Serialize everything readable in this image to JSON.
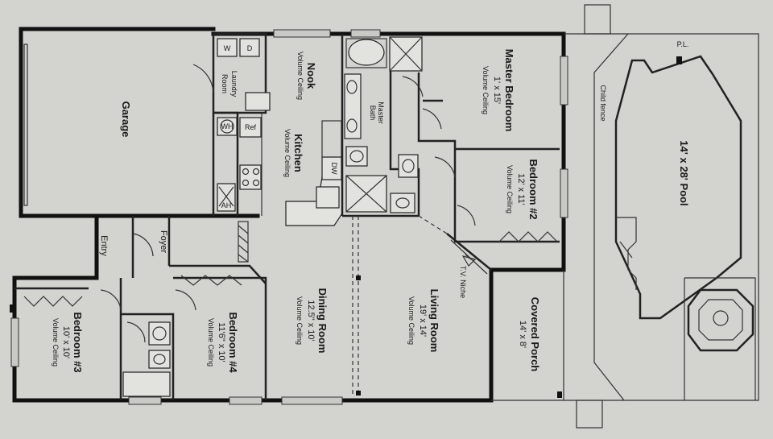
{
  "labels": {
    "garage": "Garage",
    "laundry": [
      "Laundry",
      "Room"
    ],
    "nook": "Nook",
    "nook_ceiling": "Volume Ceiling",
    "kitchen": "Kitchen",
    "kitchen_ceiling": "Volume Ceiling",
    "master_bath": [
      "Master",
      "Bath"
    ],
    "master_bedroom": "Master Bedroom",
    "master_bedroom_size": "1' x 15'",
    "master_bedroom_ceiling": "Volume Ceiling",
    "bedroom2": "Bedroom #2",
    "bedroom2_size": "12' x 11'",
    "bedroom2_ceiling": "Volume Ceiling",
    "entry": "Entry",
    "foyer": "Foyer",
    "bedroom3": "Bedroom #3",
    "bedroom3_size": "10' x 10'",
    "bedroom3_ceiling": "Volume Ceiling",
    "bedroom4": "Bedroom #4",
    "bedroom4_size": "11'6\" x 10'",
    "bedroom4_ceiling": "Volume Ceiling",
    "dining": "Dining Room",
    "dining_size": "12.5\" x 10'",
    "dining_ceiling": "Volume Ceiling",
    "living": "Living Room",
    "living_size": "19' x 14'",
    "living_ceiling": "Volume Ceiling",
    "tv_niche": "T.V. Niche",
    "covered_porch": "Covered Porch",
    "covered_porch_size": "14' x 8'",
    "child_fence": "Child fence",
    "pool": "14' x 28' Pool",
    "pool_light": "P.L.",
    "washer": "W",
    "dryer": "D",
    "water_heater": "WH",
    "refrigerator": "Ref",
    "dishwasher": "DW",
    "ac": "AH"
  }
}
